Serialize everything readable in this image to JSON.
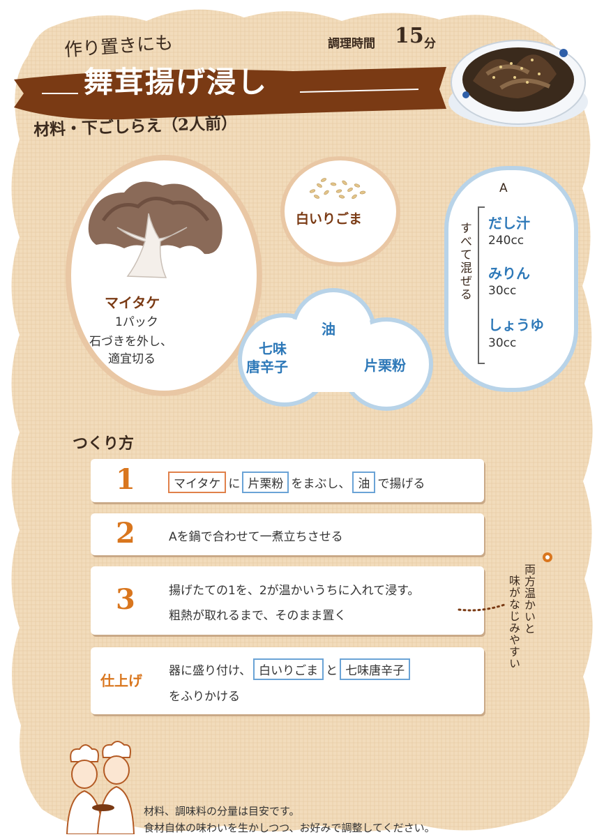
{
  "header": {
    "subtitle": "作り置きにも",
    "title": "舞茸揚げ浸し",
    "time_label": "調理時間",
    "time_value": "15",
    "time_unit": "分",
    "ingredients_heading": "材料・下ごしらえ（2人前）"
  },
  "ingredients": {
    "maitake": {
      "name": "マイタケ",
      "qty": "1パック",
      "prep_line1": "石づきを外し、",
      "prep_line2": "適宜切る"
    },
    "sesame": {
      "name": "白いりごま"
    },
    "seasonings": {
      "shichimi_line1": "七味",
      "shichimi_line2": "唐辛子",
      "oil": "油",
      "katakuri": "片栗粉"
    },
    "sauce": {
      "label": "A",
      "note": "すべて混ぜる",
      "items": [
        {
          "name": "だし汁",
          "qty": "240cc"
        },
        {
          "name": "みりん",
          "qty": "30cc"
        },
        {
          "name": "しょうゆ",
          "qty": "30cc"
        }
      ]
    }
  },
  "steps_heading": "つくり方",
  "steps": [
    {
      "number": "1",
      "tag1": "マイタケ",
      "text1": "に",
      "tag2": "片栗粉",
      "text2": "をまぶし、",
      "tag3": "油",
      "text3": "で揚げる"
    },
    {
      "number": "2",
      "text": "Aを鍋で合わせて一煮立ちさせる"
    },
    {
      "number": "3",
      "line1": "揚げたての1を、2が温かいうちに入れて浸す。",
      "line2": "粗熱が取れるまで、そのまま置く"
    },
    {
      "label": "仕上げ",
      "text1": "器に盛り付け、",
      "tag1": "白いりごま",
      "text2": "と",
      "tag2": "七味唐辛子",
      "line2": "をふりかける"
    }
  ],
  "side_note": {
    "line1": "両方温かいと",
    "line2": "味がなじみやすい"
  },
  "footer": {
    "line1": "材料、調味料の分量は目安です。",
    "line2": "食材自体の味わいを生かしつつ、お好みで調整してください。"
  },
  "colors": {
    "accent_brown": "#7a3a14",
    "accent_orange": "#d9761e",
    "accent_blue": "#2d78b8",
    "parchment": "#f2dcbc"
  }
}
